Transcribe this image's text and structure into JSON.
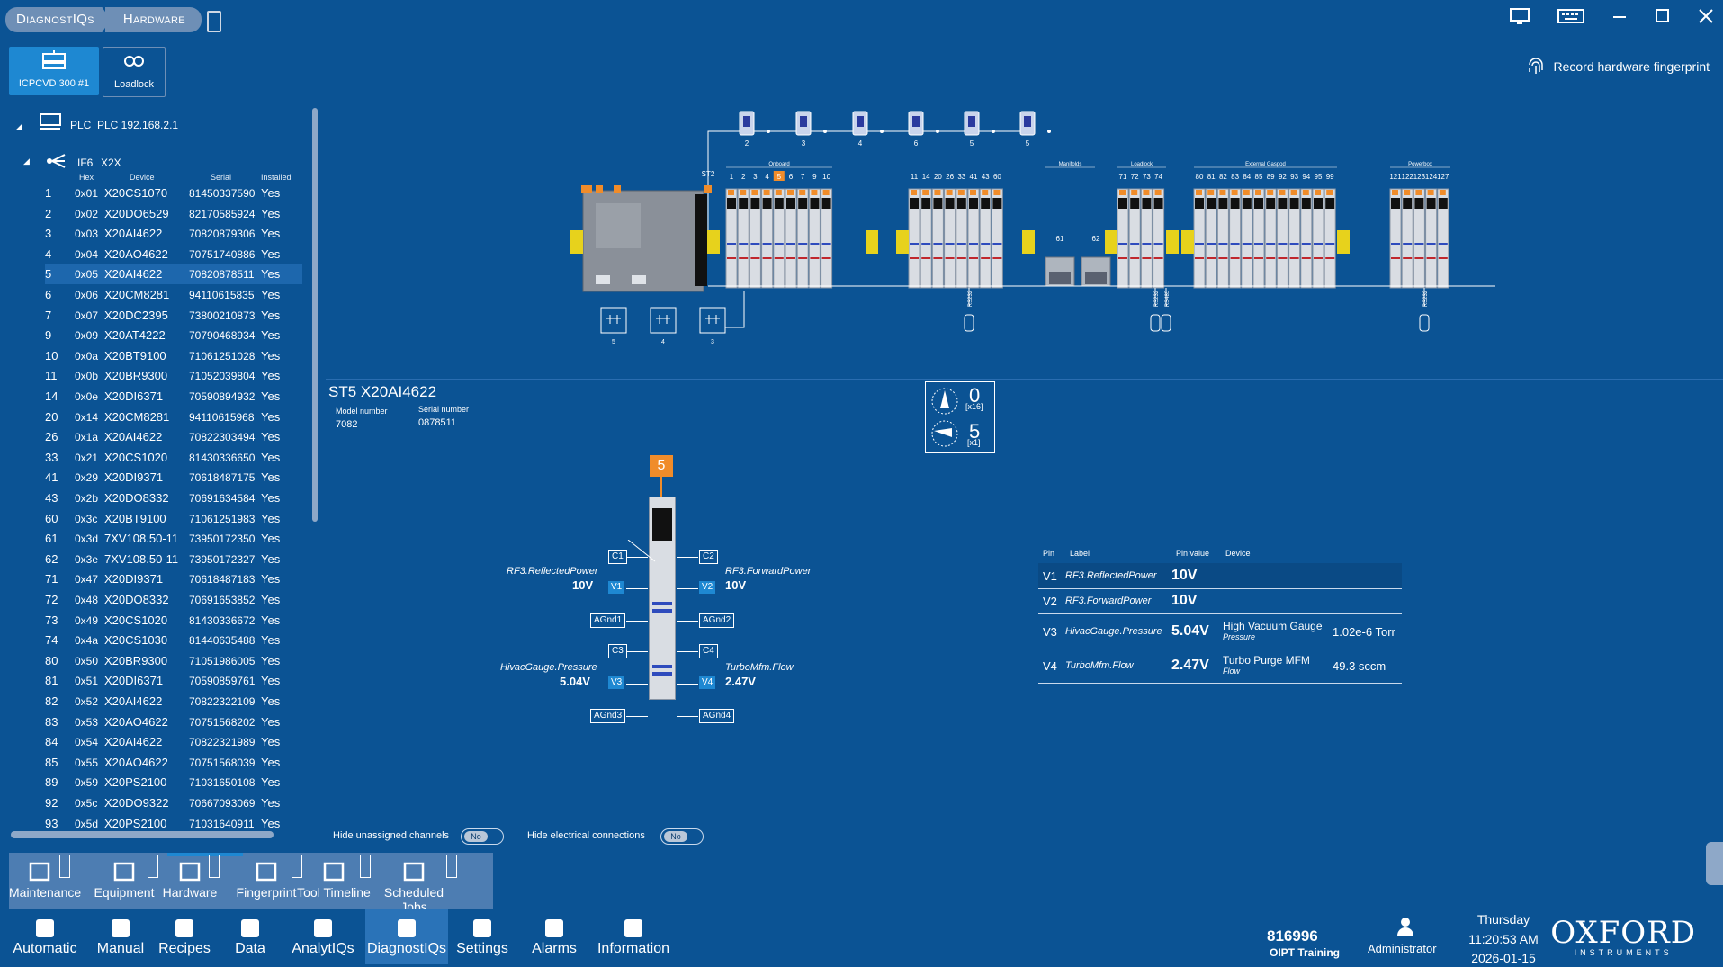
{
  "breadcrumb": [
    "DiagnostIQs",
    "Hardware"
  ],
  "tabs": [
    {
      "label": "ICPCVD 300 #1",
      "selected": true
    },
    {
      "label": "Loadlock",
      "selected": false
    }
  ],
  "record_label": "Record hardware fingerprint",
  "tree": {
    "plc_label": "PLC",
    "plc_address": "PLC 192.168.2.1",
    "if_label": "IF6",
    "if_sub": "X2X",
    "columns": [
      "Hex",
      "Device",
      "Serial",
      "Installed"
    ],
    "rows": [
      {
        "n": "1",
        "hex": "0x01",
        "device": "X20CS1070",
        "serial": "81450337590",
        "installed": "Yes"
      },
      {
        "n": "2",
        "hex": "0x02",
        "device": "X20DO6529",
        "serial": "82170585924",
        "installed": "Yes"
      },
      {
        "n": "3",
        "hex": "0x03",
        "device": "X20AI4622",
        "serial": "70820879306",
        "installed": "Yes"
      },
      {
        "n": "4",
        "hex": "0x04",
        "device": "X20AO4622",
        "serial": "70751740886",
        "installed": "Yes"
      },
      {
        "n": "5",
        "hex": "0x05",
        "device": "X20AI4622",
        "serial": "70820878511",
        "installed": "Yes"
      },
      {
        "n": "6",
        "hex": "0x06",
        "device": "X20CM8281",
        "serial": "94110615835",
        "installed": "Yes"
      },
      {
        "n": "7",
        "hex": "0x07",
        "device": "X20DC2395",
        "serial": "73800210873",
        "installed": "Yes"
      },
      {
        "n": "9",
        "hex": "0x09",
        "device": "X20AT4222",
        "serial": "70790468934",
        "installed": "Yes"
      },
      {
        "n": "10",
        "hex": "0x0a",
        "device": "X20BT9100",
        "serial": "71061251028",
        "installed": "Yes"
      },
      {
        "n": "11",
        "hex": "0x0b",
        "device": "X20BR9300",
        "serial": "71052039804",
        "installed": "Yes"
      },
      {
        "n": "14",
        "hex": "0x0e",
        "device": "X20DI6371",
        "serial": "70590894932",
        "installed": "Yes"
      },
      {
        "n": "20",
        "hex": "0x14",
        "device": "X20CM8281",
        "serial": "94110615968",
        "installed": "Yes"
      },
      {
        "n": "26",
        "hex": "0x1a",
        "device": "X20AI4622",
        "serial": "70822303494",
        "installed": "Yes"
      },
      {
        "n": "33",
        "hex": "0x21",
        "device": "X20CS1020",
        "serial": "81430336650",
        "installed": "Yes"
      },
      {
        "n": "41",
        "hex": "0x29",
        "device": "X20DI9371",
        "serial": "70618487175",
        "installed": "Yes"
      },
      {
        "n": "43",
        "hex": "0x2b",
        "device": "X20DO8332",
        "serial": "70691634584",
        "installed": "Yes"
      },
      {
        "n": "60",
        "hex": "0x3c",
        "device": "X20BT9100",
        "serial": "71061251983",
        "installed": "Yes"
      },
      {
        "n": "61",
        "hex": "0x3d",
        "device": "7XV108.50-11",
        "serial": "73950172350",
        "installed": "Yes"
      },
      {
        "n": "62",
        "hex": "0x3e",
        "device": "7XV108.50-11",
        "serial": "73950172327",
        "installed": "Yes"
      },
      {
        "n": "71",
        "hex": "0x47",
        "device": "X20DI9371",
        "serial": "70618487183",
        "installed": "Yes"
      },
      {
        "n": "72",
        "hex": "0x48",
        "device": "X20DO8332",
        "serial": "70691653852",
        "installed": "Yes"
      },
      {
        "n": "73",
        "hex": "0x49",
        "device": "X20CS1020",
        "serial": "81430336672",
        "installed": "Yes"
      },
      {
        "n": "74",
        "hex": "0x4a",
        "device": "X20CS1030",
        "serial": "81440635488",
        "installed": "Yes"
      },
      {
        "n": "80",
        "hex": "0x50",
        "device": "X20BR9300",
        "serial": "71051986005",
        "installed": "Yes"
      },
      {
        "n": "81",
        "hex": "0x51",
        "device": "X20DI6371",
        "serial": "70590859761",
        "installed": "Yes"
      },
      {
        "n": "82",
        "hex": "0x52",
        "device": "X20AI4622",
        "serial": "70822322109",
        "installed": "Yes"
      },
      {
        "n": "83",
        "hex": "0x53",
        "device": "X20AO4622",
        "serial": "70751568202",
        "installed": "Yes"
      },
      {
        "n": "84",
        "hex": "0x54",
        "device": "X20AI4622",
        "serial": "70822321989",
        "installed": "Yes"
      },
      {
        "n": "85",
        "hex": "0x55",
        "device": "X20AO4622",
        "serial": "70751568039",
        "installed": "Yes"
      },
      {
        "n": "89",
        "hex": "0x59",
        "device": "X20PS2100",
        "serial": "71031650108",
        "installed": "Yes"
      },
      {
        "n": "92",
        "hex": "0x5c",
        "device": "X20DO9322",
        "serial": "70667093069",
        "installed": "Yes"
      },
      {
        "n": "93",
        "hex": "0x5d",
        "device": "X20PS2100",
        "serial": "71031640911",
        "installed": "Yes"
      }
    ],
    "selected_row": 4
  },
  "diagram": {
    "st2_label": "ST2",
    "top_devices": [
      "2",
      "3",
      "4",
      "6",
      "5",
      "5"
    ],
    "groups": [
      "Onboard",
      "Manifolds",
      "Loadlock",
      "External Gaspod",
      "Powerbox"
    ],
    "onboard_nums": [
      "1",
      "2",
      "3",
      "4",
      "5",
      "6",
      "7",
      "9",
      "10"
    ],
    "onboard2_nums": [
      "11",
      "14",
      "20",
      "26",
      "33",
      "41",
      "43",
      "60"
    ],
    "manifold_nums": [
      "61",
      "62"
    ],
    "loadlock_nums": [
      "71",
      "72",
      "73",
      "74"
    ],
    "gaspod_nums": [
      "80",
      "81",
      "82",
      "83",
      "84",
      "85",
      "89",
      "92",
      "93",
      "94",
      "95",
      "99"
    ],
    "powerbox_nums": [
      "121",
      "122",
      "123",
      "124",
      "127"
    ],
    "bottom_devices": [
      "5",
      "4",
      "3"
    ],
    "rs232_label": "RS232",
    "rs485_label": "RS485",
    "selected_num": "5"
  },
  "detail": {
    "title": "ST5 X20AI4622",
    "model_label": "Model number",
    "model_value": "7082",
    "serial_label": "Serial number",
    "serial_value": "0878511",
    "switch_high": "0",
    "switch_high_unit": "[x16]",
    "switch_low": "5",
    "switch_low_unit": "[x1]",
    "module_num": "5",
    "pins_left": [
      "C1",
      "V1",
      "AGnd1",
      "C3",
      "V3",
      "AGnd3"
    ],
    "pins_right": [
      "C2",
      "V2",
      "AGnd2",
      "C4",
      "V4",
      "AGnd4"
    ],
    "labels": {
      "v1_label": "RF3.ReflectedPower",
      "v1_val": "10V",
      "v2_label": "RF3.ForwardPower",
      "v2_val": "10V",
      "v3_label": "HivacGauge.Pressure",
      "v3_val": "5.04V",
      "v4_label": "TurboMfm.Flow",
      "v4_val": "2.47V"
    }
  },
  "pin_table": {
    "headers": [
      "Pin",
      "Label",
      "Pin value",
      "Device"
    ],
    "rows": [
      {
        "pin": "V1",
        "label": "RF3.ReflectedPower",
        "value": "10V",
        "device": "",
        "device_sub": "",
        "reading": ""
      },
      {
        "pin": "V2",
        "label": "RF3.ForwardPower",
        "value": "10V",
        "device": "",
        "device_sub": "",
        "reading": ""
      },
      {
        "pin": "V3",
        "label": "HivacGauge.Pressure",
        "value": "5.04V",
        "device": "High Vacuum Gauge",
        "device_sub": "Pressure",
        "reading": "1.02e-6 Torr"
      },
      {
        "pin": "V4",
        "label": "TurboMfm.Flow",
        "value": "2.47V",
        "device": "Turbo Purge MFM",
        "device_sub": "Flow",
        "reading": "49.3 sccm"
      }
    ]
  },
  "toggles": [
    {
      "label": "Hide unassigned channels",
      "value": "No"
    },
    {
      "label": "Hide electrical connections",
      "value": "No"
    }
  ],
  "nav_top": [
    "Maintenance",
    "Equipment",
    "Hardware",
    "Fingerprint",
    "Tool Timeline",
    "Scheduled Jobs"
  ],
  "nav_bottom": [
    "Automatic",
    "Manual",
    "Recipes",
    "Data",
    "AnalytIQs",
    "DiagnostIQs",
    "Settings",
    "Alarms",
    "Information"
  ],
  "status": {
    "id": "816996",
    "site": "OIPT Training",
    "user": "Administrator",
    "day": "Thursday",
    "time": "11:20:53 AM",
    "date": "2026-01-15",
    "brand": "OXFORD",
    "brand_sub": "INSTRUMENTS"
  },
  "colors": {
    "background": "#0b5394",
    "accent": "#f08c2a",
    "highlight": "#1e88d2"
  }
}
